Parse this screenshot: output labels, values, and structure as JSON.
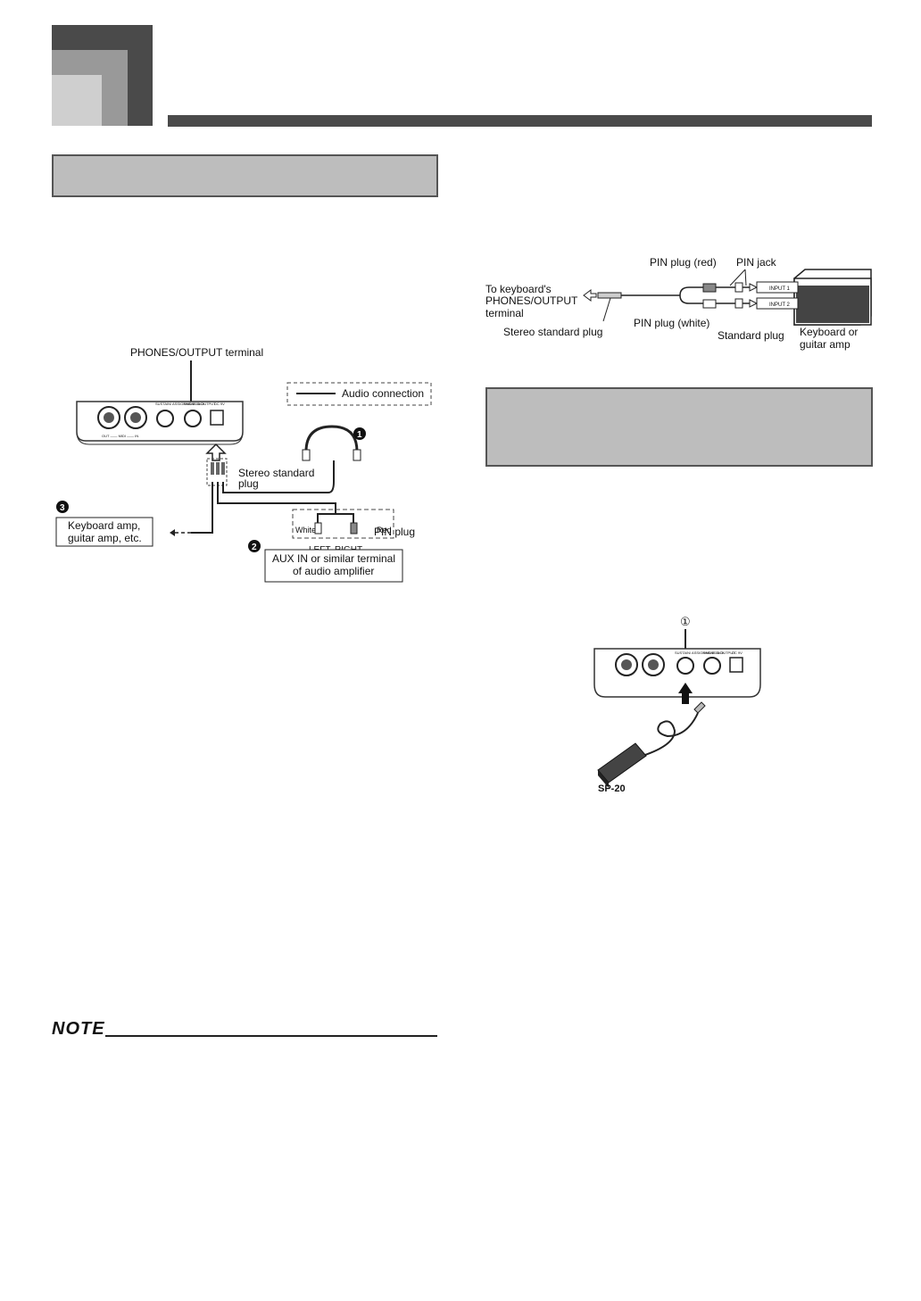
{
  "colors": {
    "corner_dark": "#4a4a4a",
    "corner_mid": "#999999",
    "corner_light": "#cfcfcf",
    "heading_box": "#bdbdbd"
  },
  "note": {
    "label": "NOTE"
  },
  "diagram1": {
    "terminal_label": "PHONES/OUTPUT terminal",
    "legend_label": "Audio connection",
    "panel_jack_sustain": "SUSTAIN/ ASSIGNABLE JACK",
    "panel_jack_phones": "PHONES/ OUTPUT",
    "panel_dc": "DC 9V",
    "panel_midi": "OUT —— MIDI —— IN",
    "badge_1": "1",
    "badge_2": "2",
    "badge_3": "3",
    "stereo_plug": "Stereo standard plug",
    "keyboard_amp": "Keyboard amp, guitar amp, etc.",
    "white": "White",
    "red": "Red",
    "pin_plug": "PIN plug",
    "left": "LEFT",
    "right": "RIGHT",
    "aux_line1": "AUX IN or similar terminal",
    "aux_line2": "of audio amplifier"
  },
  "diagram2": {
    "pin_plug_red": "PIN plug (red)",
    "pin_jack": "PIN jack",
    "to_keyboard_1": "To keyboard's",
    "to_keyboard_2": "PHONES/OUTPUT",
    "to_keyboard_3": "terminal",
    "pin_plug_white": "PIN plug (white)",
    "stereo_plug": "Stereo standard plug",
    "standard_plug": "Standard plug",
    "amp_1": "Keyboard or",
    "amp_2": "guitar amp",
    "input1": "INPUT 1",
    "input2": "INPUT 2"
  },
  "diagram3": {
    "marker": "①",
    "pedal": "SP-20",
    "panel_jack_sustain": "SUSTAIN/ ASSIGNABLE JACK",
    "panel_jack_phones": "PHONES/ OUTPUT",
    "panel_dc": "DC 9V"
  }
}
